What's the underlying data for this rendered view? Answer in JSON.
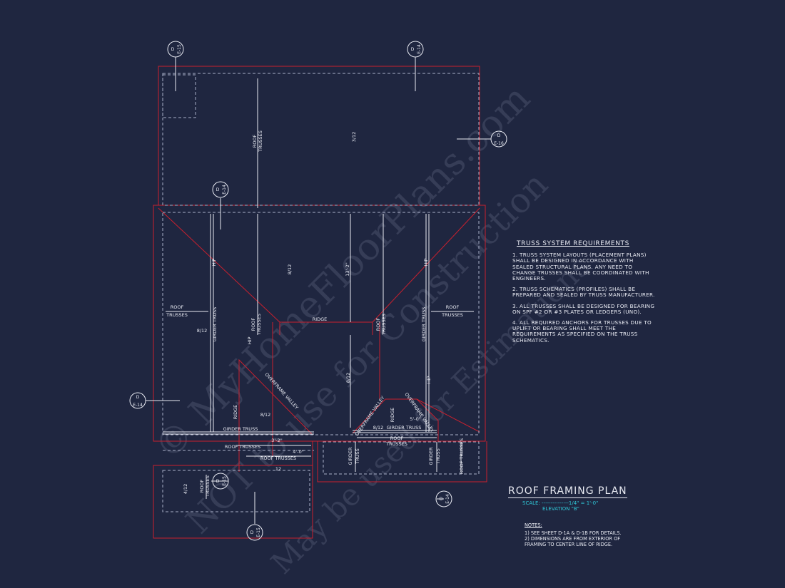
{
  "watermark": {
    "line1": "© MyHomeFloorPlans.com",
    "line2": "NOT to use for Construction",
    "line3": "May be used for Estimations"
  },
  "truss_requirements": {
    "heading": "TRUSS SYSTEM REQUIREMENTS",
    "items": [
      "1. TRUSS SYSTEM LAYOUTS (PLACEMENT PLANS) SHALL BE DESIGNED IN ACCORDANCE WITH SEALED STRUCTURAL PLANS. ANY NEED TO CHANGE TRUSSES SHALL BE COORDINATED WITH ENGINEERS.",
      "2. TRUSS SCHEMATICS (PROFILES) SHALL BE PREPARED AND SEALED BY TRUSS MANUFACTURER.",
      "3. ALL TRUSSES SHALL BE DESIGNED FOR BEARING ON SPF #2 OR #3 PLATES OR LEDGERS (UNO).",
      "4. ALL REQUIRED ANCHORS FOR TRUSSES DUE TO UPLIFT OR BEARING SHALL MEET THE REQUIREMENTS AS SPECIFIED ON THE TRUSS SCHEMATICS."
    ]
  },
  "title_block": {
    "title": "ROOF FRAMING PLAN",
    "scale": "SCALE: ---------------1/4\" = 1'-0\"",
    "elevation": "ELEVATION \"B\""
  },
  "notes": {
    "heading": "NOTES:",
    "items": [
      "1) SEE SHEET D-1A & D-1B FOR DETAILS.",
      "2) DIMENSIONS ARE FROM EXTERIOR OF FRAMING TO CENTER LINE OF RIDGE."
    ]
  },
  "section_markers": [
    {
      "top": "D",
      "bottom": "E-15"
    },
    {
      "top": "D",
      "bottom": "E-14"
    },
    {
      "top": "D",
      "bottom": "E-16"
    },
    {
      "top": "D",
      "bottom": "E-14"
    },
    {
      "top": "D",
      "bottom": "E-14"
    },
    {
      "top": "D",
      "bottom": "E-15"
    },
    {
      "top": "D",
      "bottom": "E-14"
    },
    {
      "top": "D",
      "bottom": "E-15"
    }
  ],
  "plan_labels": {
    "roof_trusses": "ROOF TRUSSES",
    "roof": "ROOF",
    "trusses": "TRUSSES",
    "girder_truss": "GIRDER TRUSS",
    "girder": "GIRDER",
    "truss": "TRUSS",
    "ridge": "RIDGE",
    "hip": "HIP",
    "overframe_valley": "OVERFRAME VALLEY",
    "dim_3_2": "3'-2\"",
    "dim_4_0": "4'-0\"",
    "dim_5_0": "5'-0\"",
    "dim_13_2": "13'-2\"",
    "dim_4_12": "4/12",
    "dim_8_12": "8/12",
    "dim_3_12": "3/12",
    "dim_12": "12"
  }
}
